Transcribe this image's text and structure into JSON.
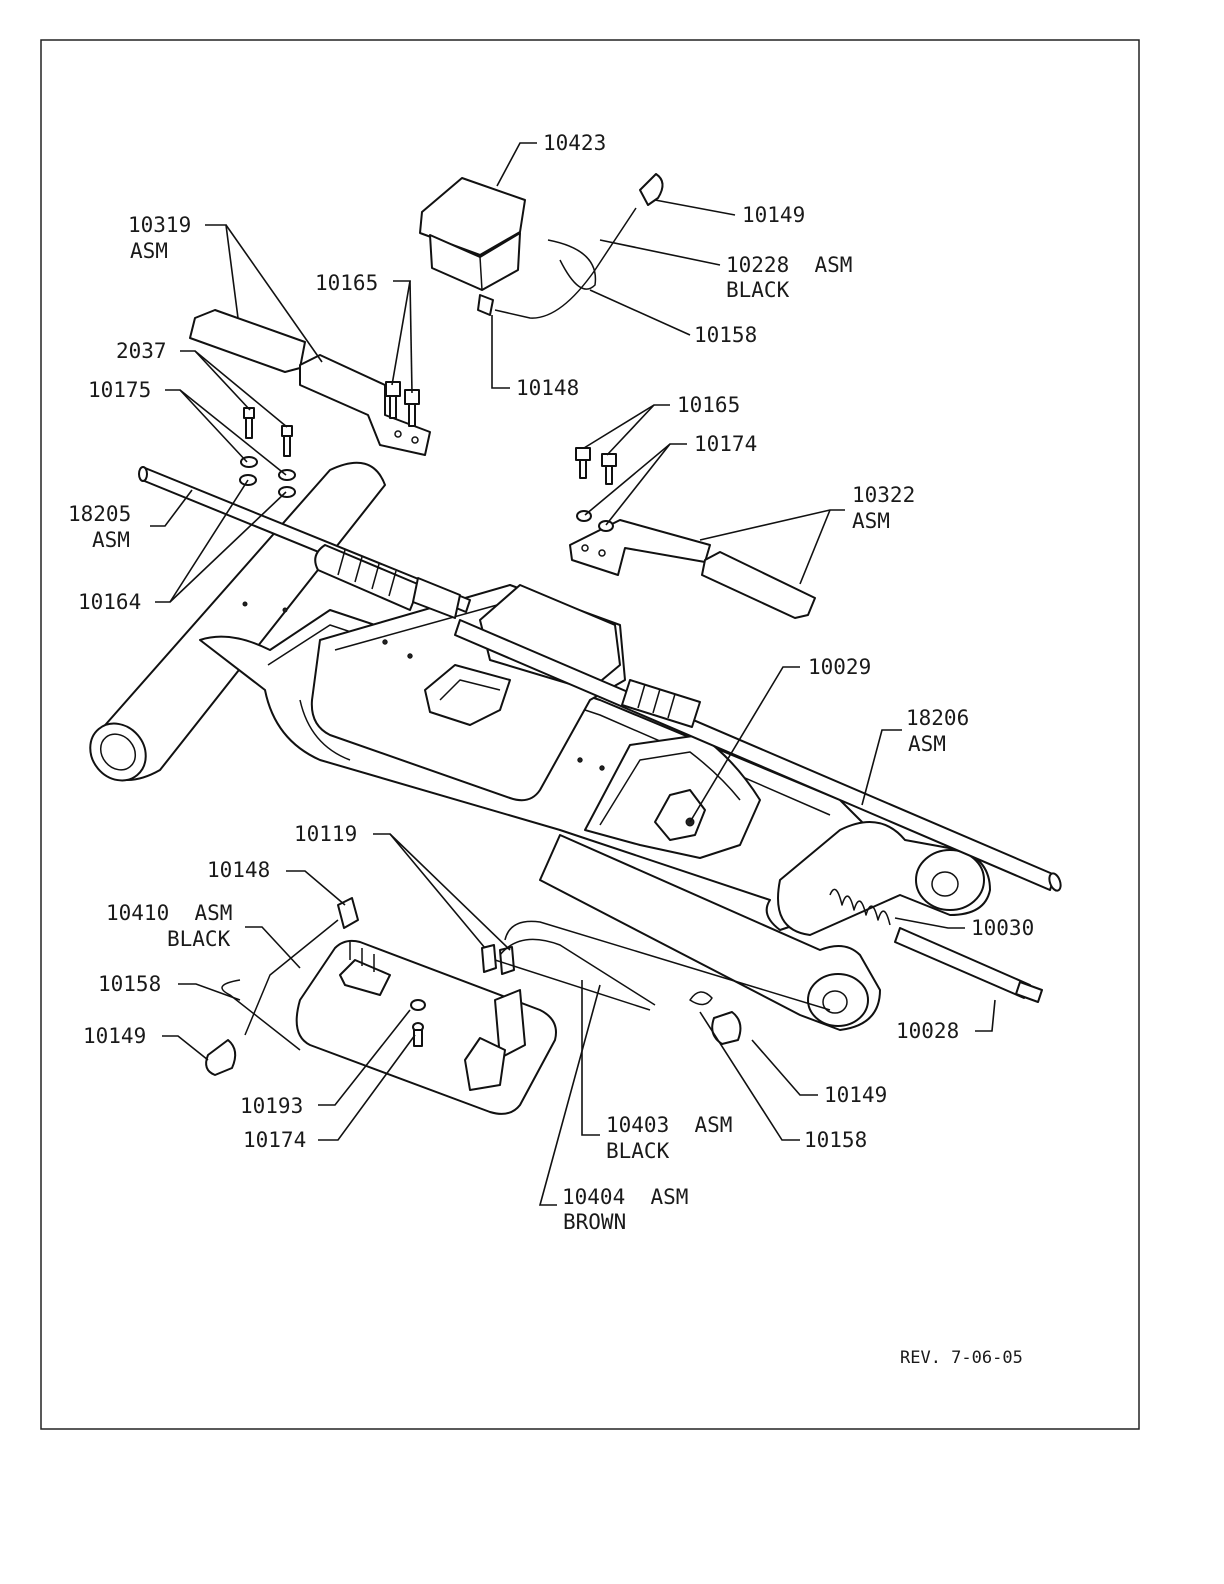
{
  "labels": {
    "p10423": "10423",
    "p10149a": "10149",
    "p10228": "10228  ASM",
    "p10228c": "BLACK",
    "p10158a": "10158",
    "p10148a": "10148",
    "p10319": "10319",
    "p10319b": "ASM",
    "p10165a": "10165",
    "p2037": "2037",
    "p10175": "10175",
    "p18205": "18205",
    "p18205b": "ASM",
    "p10164": "10164",
    "p10165b": "10165",
    "p10174a": "10174",
    "p10322": "10322",
    "p10322b": "ASM",
    "p10029": "10029",
    "p18206": "18206",
    "p18206b": "ASM",
    "p10119": "10119",
    "p10148b": "10148",
    "p10410": "10410  ASM",
    "p10410c": "BLACK",
    "p10158b": "10158",
    "p10149b": "10149",
    "p10030": "10030",
    "p10028": "10028",
    "p10149c": "10149",
    "p10193": "10193",
    "p10174b": "10174",
    "p10403": "10403  ASM",
    "p10403c": "BLACK",
    "p10158c": "10158",
    "p10404": "10404  ASM",
    "p10404c": "BROWN"
  },
  "revision": "REV. 7-06-05"
}
